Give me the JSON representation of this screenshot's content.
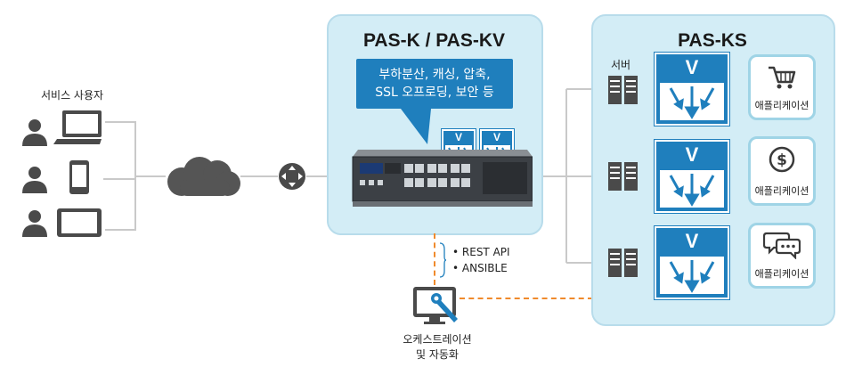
{
  "users": {
    "label": "서비스 사용자"
  },
  "center_panel": {
    "title": "PAS-K / PAS-KV",
    "features_line1": "부하분산, 캐싱, 압축,",
    "features_line2": "SSL 오프로딩, 보안 등"
  },
  "right_panel": {
    "title": "PAS-KS",
    "server_label": "서버",
    "vnf_glyph": "V",
    "apps": [
      {
        "icon": "shopping-cart-icon",
        "label": "애플리케이션"
      },
      {
        "icon": "dollar-icon",
        "label": "애플리케이션"
      },
      {
        "icon": "chat-bubbles-icon",
        "label": "애플리케이션"
      }
    ]
  },
  "apis": {
    "item1": "• REST API",
    "item2": "• ANSIBLE"
  },
  "orchestration": {
    "line1": "오케스트레이션",
    "line2": "및 자동화"
  },
  "colors": {
    "panel_bg": "#d3edf6",
    "accent_blue": "#1f7fbd",
    "orange_dashed": "#f08a2c",
    "gray_line": "#c8c8c8"
  }
}
